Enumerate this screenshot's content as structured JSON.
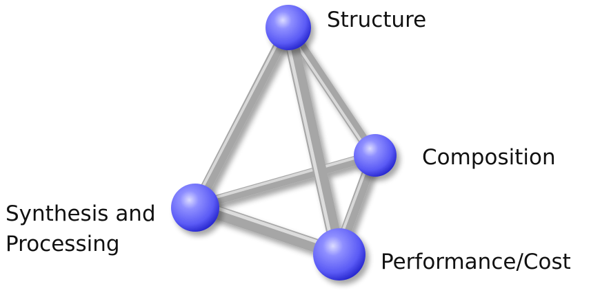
{
  "diagram": {
    "type": "tetrahedron",
    "nodes": [
      {
        "id": "structure",
        "label": "Structure"
      },
      {
        "id": "composition",
        "label": "Composition"
      },
      {
        "id": "synthesis",
        "label_line1": "Synthesis and",
        "label_line2": "Processing"
      },
      {
        "id": "performance",
        "label": "Performance/Cost"
      }
    ],
    "edges": [
      [
        "structure",
        "synthesis"
      ],
      [
        "structure",
        "composition"
      ],
      [
        "structure",
        "performance"
      ],
      [
        "synthesis",
        "composition"
      ],
      [
        "synthesis",
        "performance"
      ],
      [
        "composition",
        "performance"
      ]
    ],
    "colors": {
      "node": "#6a6aff",
      "node_highlight": "#dcdcff",
      "node_shadow": "#2a2ad0",
      "edge": "#a9a9a9",
      "edge_light": "#dedede",
      "edge_dark": "#7c7c7c",
      "text": "#111111"
    }
  }
}
